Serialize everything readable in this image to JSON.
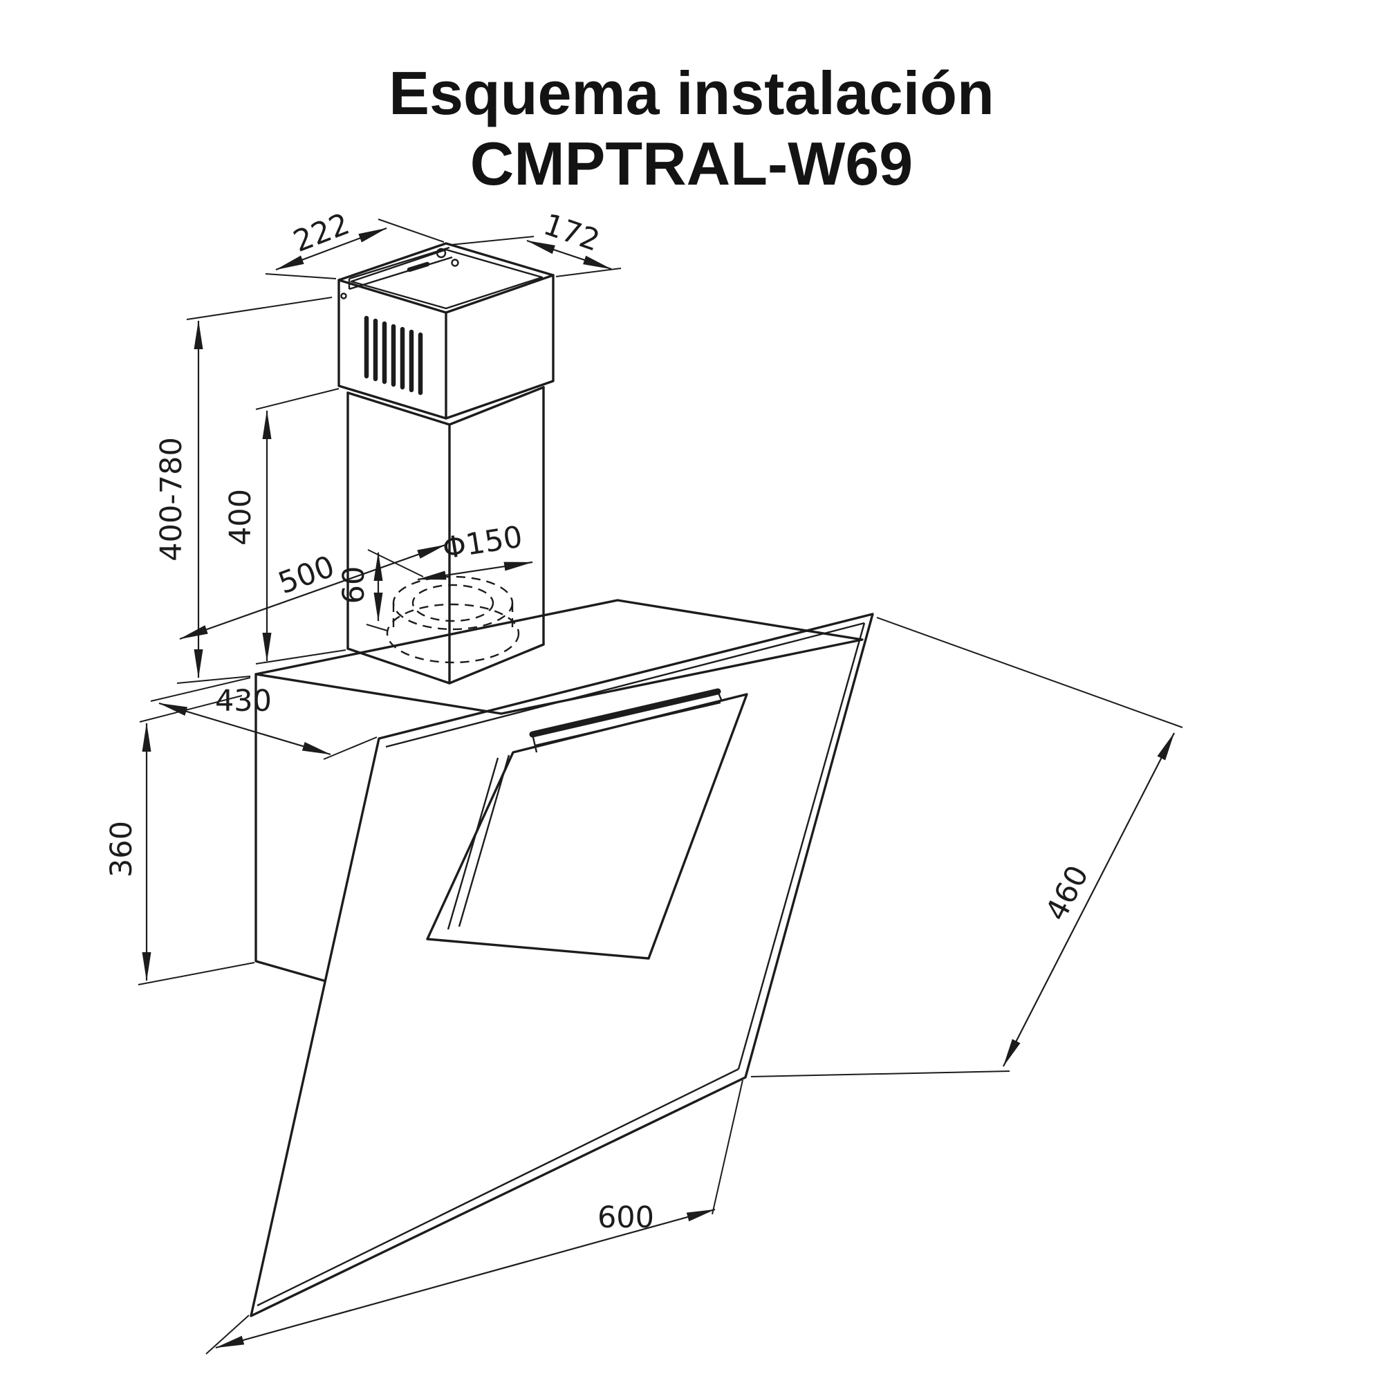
{
  "title": {
    "line1": "Esquema instalación",
    "line2": "CMPTRAL-W69"
  },
  "diagram": {
    "product_type": "wall-mounted angled cooker hood installation drawing",
    "dimensions": {
      "top_left_width": "222",
      "top_right_depth": "172",
      "chimney_height_range": "400-780",
      "chimney_section_height": "400",
      "collar_height": "60",
      "duct_diameter": "Φ150",
      "wall_to_front": "500",
      "body_depth": "430",
      "body_height": "360",
      "body_width": "600",
      "glass_depth": "460"
    },
    "colors": {
      "line": "#1c1c1c",
      "background": "#ffffff"
    }
  }
}
